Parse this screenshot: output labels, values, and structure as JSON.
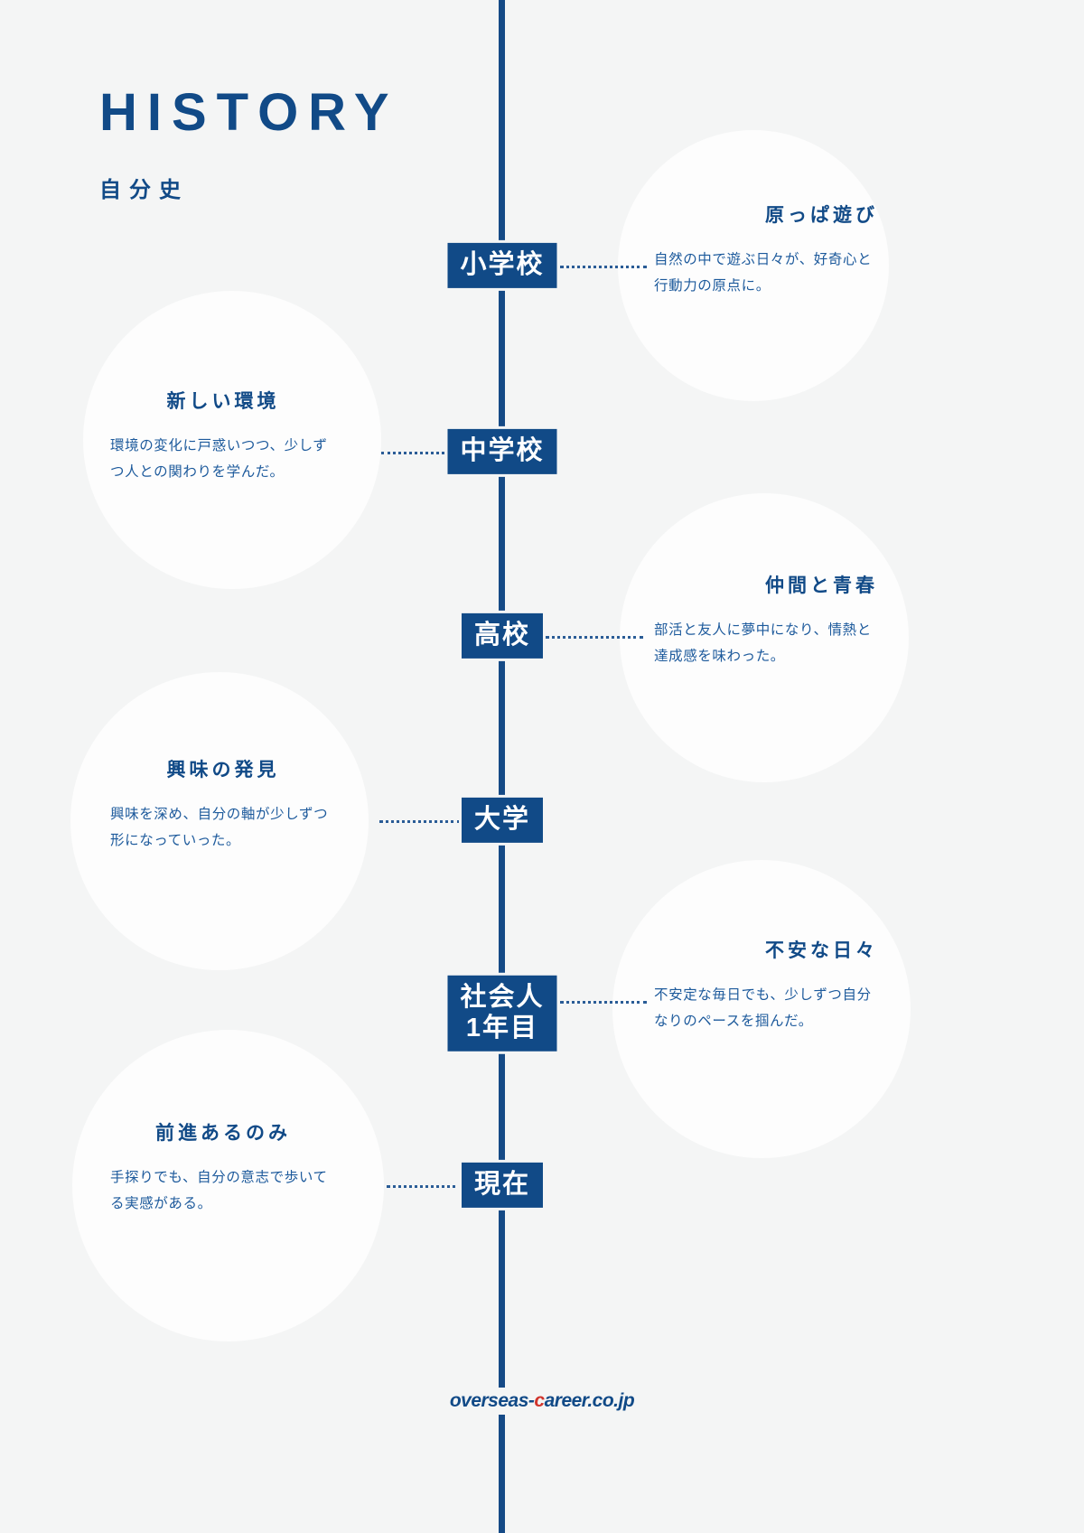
{
  "header": {
    "title": "HISTORY",
    "subtitle": "自分史"
  },
  "colors": {
    "navy": "#114a87",
    "body_blue": "#1d5a9c",
    "background": "#f4f5f5",
    "circle": "#fdfdfd",
    "logo_accent": "#d0342c"
  },
  "milestones": [
    {
      "badge": "小学校",
      "side": "right",
      "heading": "原っぱ遊び",
      "body": "自然の中で遊ぶ日々が、好奇心と行動力の原点に。"
    },
    {
      "badge": "中学校",
      "side": "left",
      "heading": "新しい環境",
      "body": "環境の変化に戸惑いつつ、少しずつ人との関わりを学んだ。"
    },
    {
      "badge": "高校",
      "side": "right",
      "heading": "仲間と青春",
      "body": "部活と友人に夢中になり、情熱と達成感を味わった。"
    },
    {
      "badge": "大学",
      "side": "left",
      "heading": "興味の発見",
      "body": "興味を深め、自分の軸が少しずつ形になっていった。"
    },
    {
      "badge": "社会人\n1年目",
      "side": "right",
      "heading": "不安な日々",
      "body": "不安定な毎日でも、少しずつ自分なりのペースを掴んだ。"
    },
    {
      "badge": "現在",
      "side": "left",
      "heading": "前進あるのみ",
      "body": "手探りでも、自分の意志で歩いてる実感がある。"
    }
  ],
  "footer": {
    "logo_prefix": "overseas-",
    "logo_accent": "c",
    "logo_suffix": "areer.co.jp"
  }
}
